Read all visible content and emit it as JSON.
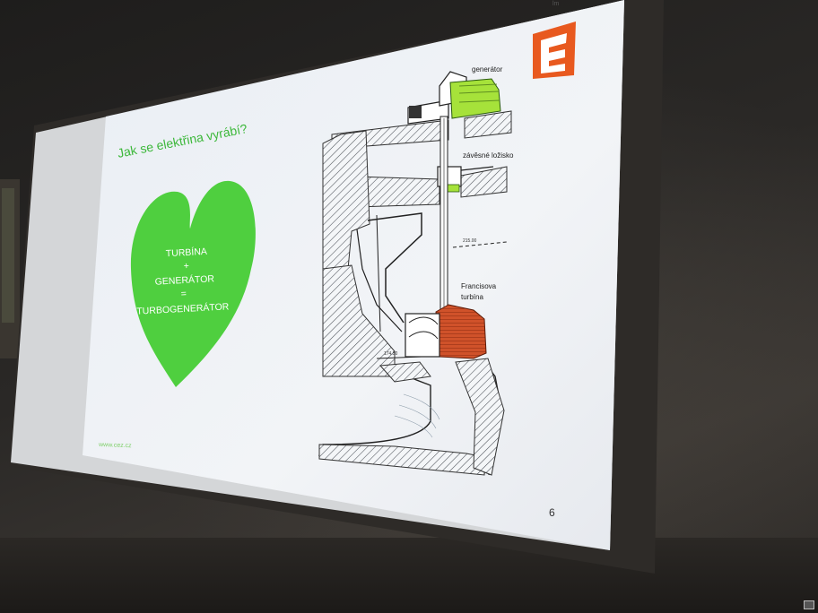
{
  "slide": {
    "title": "Jak se elektřina vyrábí?",
    "heart_lines": [
      "TURBÍNA",
      "+",
      "GENERÁTOR",
      "=",
      "TURBOGENERÁTOR"
    ],
    "footer_url": "www.cez.cz",
    "page_number": "6",
    "top_right_fragment": "lm"
  },
  "diagram": {
    "label_generator": "generátor",
    "label_bearing": "závěsné ložisko",
    "label_turbine_line1": "Francisova",
    "label_turbine_line2": "turbína",
    "level_mark_upper": "215.00",
    "level_mark_lower": "174.50"
  },
  "colors": {
    "heart_green": "#4fcf3f",
    "title_green": "#3db83b",
    "generator_green": "#a6e23a",
    "turbine_orange": "#c8461e",
    "logo_orange": "#e8591f"
  },
  "icons": {
    "logo": "cez-logo-icon"
  }
}
